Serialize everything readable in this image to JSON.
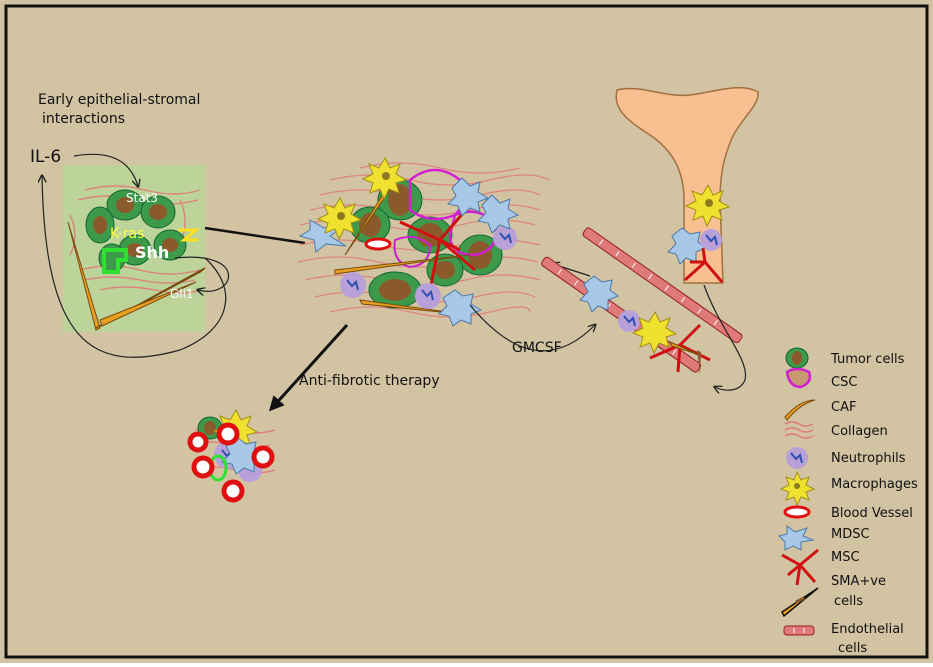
{
  "labels": {
    "early_line1": "Early epithelial-stromal",
    "early_line2": "interactions",
    "il6": "IL-6",
    "stat3": "Stat3",
    "kras": "K-ras",
    "shh": "Shh",
    "gli1": "Gli1",
    "gmcsf": "GMCSF",
    "antifibrotic": "Anti-fibrotic therapy"
  },
  "legend": [
    {
      "icon": "tumor-cell-icon",
      "lines": [
        "Tumor cells"
      ]
    },
    {
      "icon": "csc-icon",
      "lines": [
        "CSC"
      ]
    },
    {
      "icon": "caf-icon",
      "lines": [
        "CAF"
      ]
    },
    {
      "icon": "collagen-icon",
      "lines": [
        "Collagen"
      ]
    },
    {
      "icon": "neutrophil-icon",
      "lines": [
        "Neutrophils"
      ]
    },
    {
      "icon": "macrophage-icon",
      "lines": [
        "Macrophages"
      ]
    },
    {
      "icon": "blood-vessel-icon",
      "lines": [
        "Blood Vessel"
      ]
    },
    {
      "icon": "mdsc-icon",
      "lines": [
        "MDSC"
      ]
    },
    {
      "icon": "msc-icon",
      "lines": [
        "MSC"
      ]
    },
    {
      "icon": "sma-cell-icon",
      "lines": [
        "SMA+ve",
        "cells"
      ]
    },
    {
      "icon": "endothelial-cell-icon",
      "lines": [
        "Endothelial",
        "cells"
      ]
    }
  ],
  "colors": {
    "background": "#d2c4a2",
    "tumor_green": "#3c9a4a",
    "tumor_brown": "#8b5a2b",
    "csc_magenta": "#d020d0",
    "caf_orange": "#e8a020",
    "collagen_pink": "#e07a7a",
    "neutrophil_purple": "#b8a0d8",
    "macrophage_yellow": "#f0e030",
    "vessel_red": "#e01010",
    "mdsc_blue": "#a8c8e8",
    "msc_red": "#d01010",
    "bone_peach": "#f8c090",
    "panel_green": "#bcd49a"
  }
}
